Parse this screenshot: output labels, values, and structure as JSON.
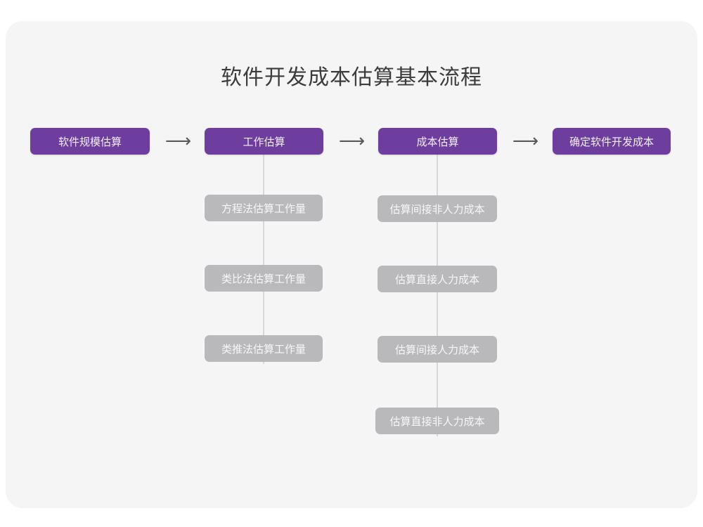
{
  "card": {
    "background_color": "#f5f5f6",
    "page_background_color": "#ffffff"
  },
  "diagram": {
    "title": "软件开发成本估算基本流程",
    "title_color": "#3c3c3c",
    "type": "flowchart",
    "orientation": "left-to-right with vertical sub-lists",
    "colors": {
      "primary_node_fill": "#6e3e9f",
      "primary_node_text": "#f2eef7",
      "secondary_node_fill": "#b9b9bb",
      "secondary_node_text": "#f7f7f8",
      "connector_line": "#d8d8d9",
      "arrow": "#59595b"
    },
    "main_stages": [
      {
        "id": "stage-1",
        "label": "软件规模估算"
      },
      {
        "id": "stage-2",
        "label": "工作估算"
      },
      {
        "id": "stage-3",
        "label": "成本估算"
      },
      {
        "id": "stage-4",
        "label": "确定软件开发成本"
      }
    ],
    "arrows": [
      {
        "id": "arrow-1",
        "glyph": "⟶",
        "from": "stage-1",
        "to": "stage-2"
      },
      {
        "id": "arrow-2",
        "glyph": "⟶",
        "from": "stage-2",
        "to": "stage-3"
      },
      {
        "id": "arrow-3",
        "glyph": "⟶",
        "from": "stage-3",
        "to": "stage-4"
      }
    ],
    "work_estimation_methods": [
      {
        "id": "work-1",
        "label": "方程法估算工作量"
      },
      {
        "id": "work-2",
        "label": "类比法估算工作量"
      },
      {
        "id": "work-3",
        "label": "类推法估算工作量"
      }
    ],
    "cost_estimation_items": [
      {
        "id": "cost-1",
        "label": "估算间接非人力成本"
      },
      {
        "id": "cost-2",
        "label": "估算直接人力成本"
      },
      {
        "id": "cost-3",
        "label": "估算间接人力成本"
      },
      {
        "id": "cost-4",
        "label": "估算直接非人力成本"
      }
    ]
  }
}
